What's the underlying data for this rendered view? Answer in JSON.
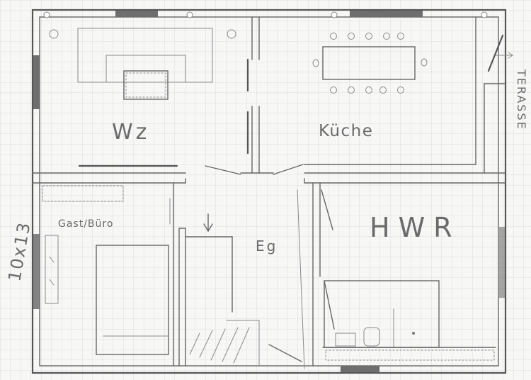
{
  "rooms": {
    "living": "Wz",
    "kitchen": "Küche",
    "guest_office": "Gast/Büro",
    "hallway": "Eg",
    "utility": "HWR"
  },
  "exterior": {
    "terrace": "TERASSE"
  },
  "dimensions": {
    "house_size": "10x13"
  },
  "colors": {
    "paper": "#f7f7f5",
    "grid": "#d2d8de",
    "pencil": "#666666"
  }
}
